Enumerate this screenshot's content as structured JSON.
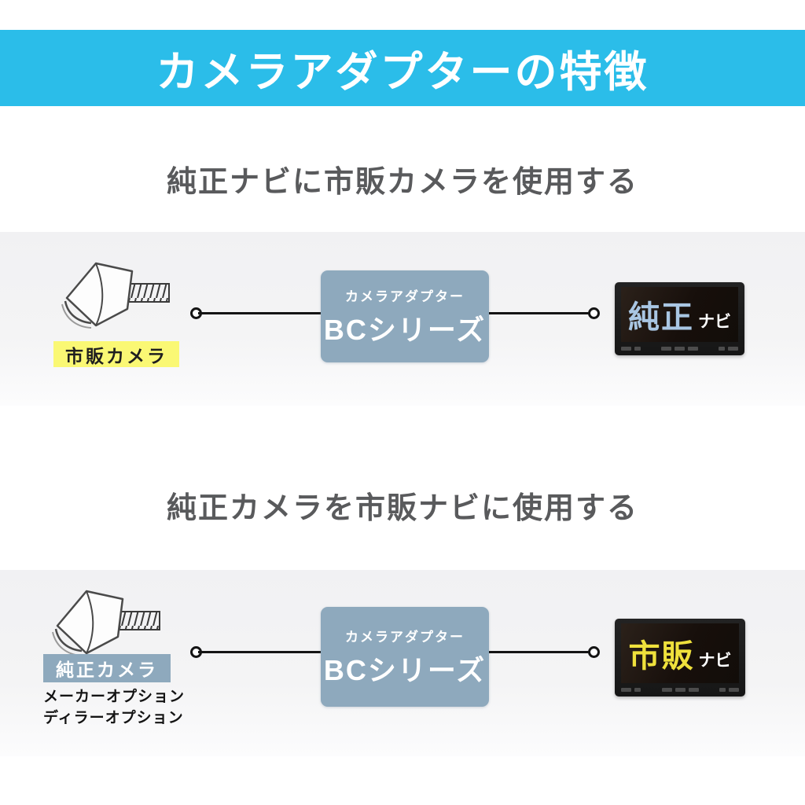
{
  "header": {
    "title": "カメラアダプターの特徴",
    "bg_color": "#2bbde9",
    "text_color": "#ffffff"
  },
  "sections": [
    {
      "title": "純正ナビに市販カメラを使用する",
      "camera": {
        "illustration": "backup-camera-line-drawing",
        "label": "市販カメラ",
        "label_bg": "#faf874",
        "label_text_color": "#1f1f1f"
      },
      "adapter": {
        "subtitle": "カメラアダプター",
        "name": "BCシリーズ",
        "bg": "#8ea9bd"
      },
      "monitor": {
        "main": "純正",
        "main_color": "#a9c6e3",
        "sub": "ナビ",
        "sub_color": "#ffffff"
      }
    },
    {
      "title": "純正カメラを市販ナビに使用する",
      "camera": {
        "illustration": "backup-camera-line-drawing",
        "label": "純正カメラ",
        "label_bg": "#8ea9bd",
        "label_text_color": "#ffffff",
        "notes": [
          "メーカーオプション",
          "ディラーオプション"
        ]
      },
      "adapter": {
        "subtitle": "カメラアダプター",
        "name": "BCシリーズ",
        "bg": "#8ea9bd"
      },
      "monitor": {
        "main": "市販",
        "main_color": "#efe13c",
        "sub": "ナビ",
        "sub_color": "#ffffff"
      }
    }
  ]
}
